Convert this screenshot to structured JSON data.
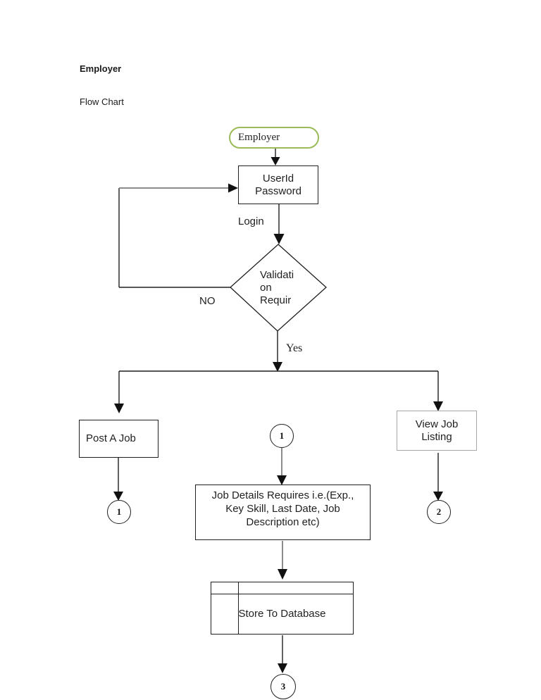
{
  "page": {
    "title": "Employer",
    "subtitle": "Flow Chart"
  },
  "flowchart": {
    "start_label": "Employer",
    "userid_box": {
      "lines": [
        "UserId",
        "Password"
      ]
    },
    "login_label": "Login",
    "decision": {
      "lines": [
        "Validati",
        "on",
        "Requir"
      ]
    },
    "no_label": "NO",
    "yes_label": "Yes",
    "post_job_label": "Post A Job",
    "view_job_box": {
      "lines": [
        "View Job",
        "Listing"
      ]
    },
    "job_details_box": {
      "lines": [
        "Job Details Requires i.e.(Exp.,",
        "Key Skill, Last Date, Job",
        "Description etc)"
      ]
    },
    "store_label": "Store To Database",
    "connectors": {
      "left_one": "1",
      "mid_one": "1",
      "right_two": "2",
      "bottom_three": "3"
    }
  },
  "colors": {
    "start_border": "#9bbb59",
    "line": "#1f1f1f",
    "gray_line": "#8c8c8c",
    "view_box_border": "#a6a6a6"
  }
}
